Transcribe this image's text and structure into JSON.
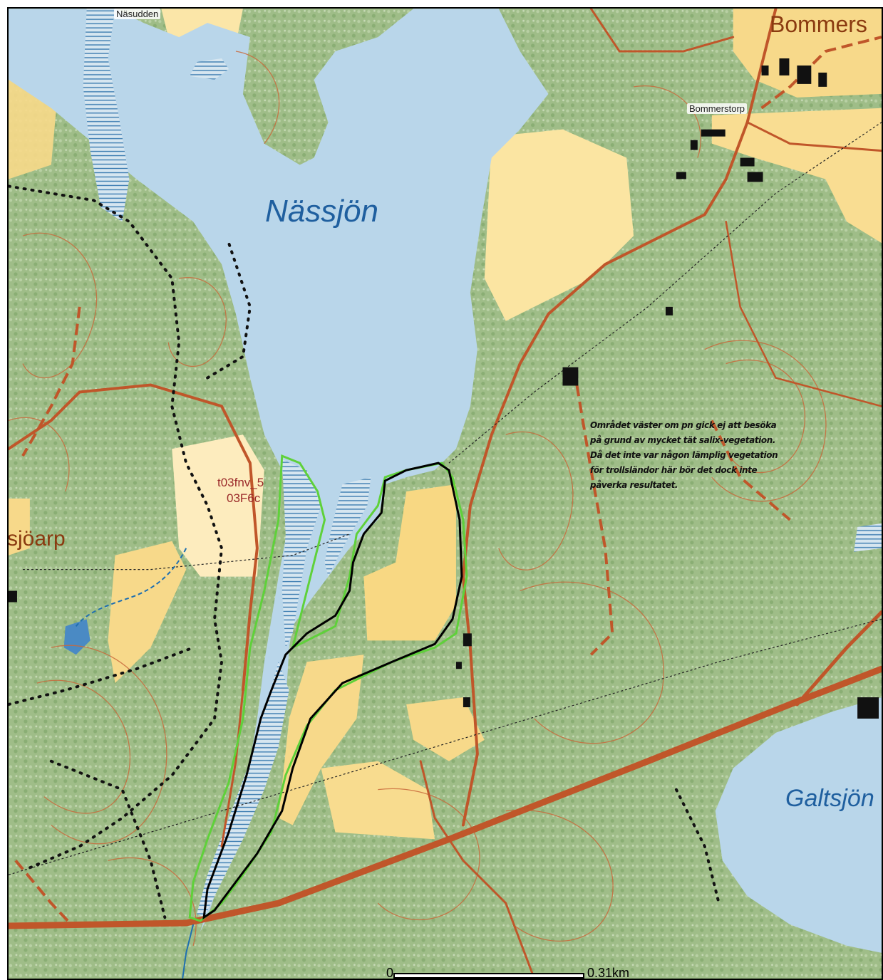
{
  "map": {
    "lakes": {
      "main": "Nässjön",
      "east": "Galtsjön"
    },
    "places": {
      "north_east": "Bommers",
      "west": "sjöarp",
      "north_point": "Näsudden",
      "farm": "Bommerstorp"
    },
    "site_codes": [
      "t03fnv_5",
      "03F6c"
    ],
    "annotation": {
      "lines": [
        "Området väster om pn gick ej att besöka",
        "på grund av mycket tät salix-vegetation.",
        "Då det inte var någon lämplig vegetation",
        "för trollsländor här bör det dock inte",
        "påverka resultatet."
      ]
    },
    "scale": {
      "start": "0",
      "end": "0.31km"
    },
    "colors": {
      "forest": "#9dbb86",
      "water": "#b9d6ea",
      "field": "#f7d98a",
      "road": "#c0562a",
      "contour": "#c96a3c",
      "study_area_outline": "#5fd13a",
      "survey_route": "#000000",
      "wetland_hatch": "#3a7bb0"
    }
  }
}
